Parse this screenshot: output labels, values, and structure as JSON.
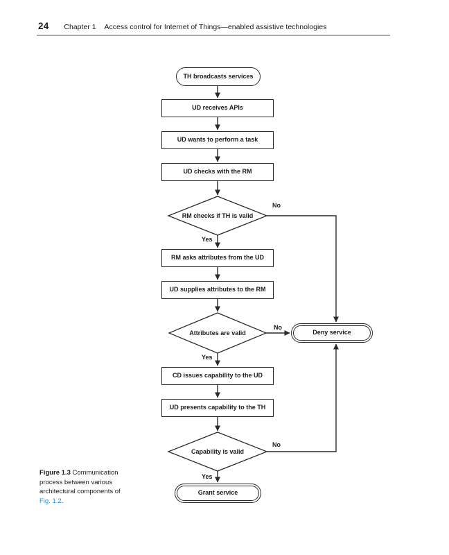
{
  "header": {
    "page_number": "24",
    "chapter_label": "Chapter 1",
    "chapter_title": "Access control for Internet of Things—enabled assistive technologies"
  },
  "caption": {
    "figure_label": "Figure 1.3",
    "line1_rest": "Communication",
    "line2": "process between various",
    "line3": "architectural components of",
    "link_text": "Fig. 1.2",
    "after_link": "."
  },
  "flowchart": {
    "labels": {
      "yes": "Yes",
      "no": "No"
    },
    "nodes": [
      {
        "id": "start",
        "type": "terminator",
        "label": "TH broadcasts services"
      },
      {
        "id": "p1",
        "type": "process",
        "label": "UD receives APIs"
      },
      {
        "id": "p2",
        "type": "process",
        "label": "UD wants to perform a task"
      },
      {
        "id": "p3",
        "type": "process",
        "label": "UD checks with the RM"
      },
      {
        "id": "d1",
        "type": "decision",
        "label": "RM checks if TH is valid"
      },
      {
        "id": "p4",
        "type": "process",
        "label": "RM asks attributes from the UD"
      },
      {
        "id": "p5",
        "type": "process",
        "label": "UD supplies attributes to the RM"
      },
      {
        "id": "d2",
        "type": "decision",
        "label": "Attributes are valid"
      },
      {
        "id": "p6",
        "type": "process",
        "label": "CD issues capability to the UD"
      },
      {
        "id": "p7",
        "type": "process",
        "label": "UD presents capability to the TH"
      },
      {
        "id": "d3",
        "type": "decision",
        "label": "Capability is valid"
      },
      {
        "id": "deny",
        "type": "terminator-double",
        "label": "Deny service"
      },
      {
        "id": "grant",
        "type": "terminator-double",
        "label": "Grant service"
      }
    ],
    "edges": [
      {
        "from": "start",
        "to": "p1"
      },
      {
        "from": "p1",
        "to": "p2"
      },
      {
        "from": "p2",
        "to": "p3"
      },
      {
        "from": "p3",
        "to": "d1"
      },
      {
        "from": "d1",
        "to": "p4",
        "label": "Yes"
      },
      {
        "from": "d1",
        "to": "deny",
        "label": "No"
      },
      {
        "from": "p4",
        "to": "p5"
      },
      {
        "from": "p5",
        "to": "d2"
      },
      {
        "from": "d2",
        "to": "p6",
        "label": "Yes"
      },
      {
        "from": "d2",
        "to": "deny",
        "label": "No"
      },
      {
        "from": "p6",
        "to": "p7"
      },
      {
        "from": "p7",
        "to": "d3"
      },
      {
        "from": "d3",
        "to": "grant",
        "label": "Yes"
      },
      {
        "from": "d3",
        "to": "deny",
        "label": "No"
      }
    ]
  },
  "colors": {
    "link_blue": "#2191c9",
    "line_dark": "#2a2a2a",
    "header_rule_gray": "#a8a8a8"
  }
}
